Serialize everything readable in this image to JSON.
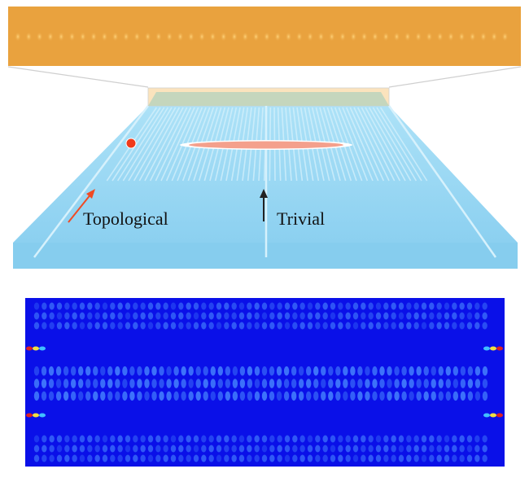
{
  "labels": {
    "topological": "Topological",
    "trivial": "Trivial"
  },
  "colors": {
    "micrograph": "#e9a23e",
    "slab": "#8fd3f2",
    "slab_front": "#a8def5",
    "groove": "#d6f1fc",
    "edge_arrow": "#f04a23",
    "center_arrow": "#222222",
    "ellipse": "#f4a08c",
    "field_background": "#0a10e8",
    "field_pattern": "#3a78ff"
  },
  "groove_count": 60
}
